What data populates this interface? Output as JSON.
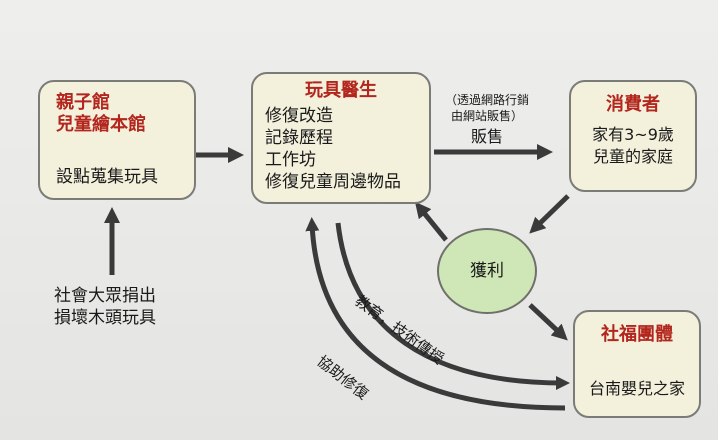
{
  "nodes": {
    "parent_child": {
      "title_lines": [
        "親子館",
        "兒童繪本館"
      ],
      "body_lines": [
        "設點蒐集玩具"
      ]
    },
    "toy_doctor": {
      "title": "玩具醫生",
      "body_lines": [
        "修復改造",
        "記錄歷程",
        "工作坊",
        "修復兒童周邊物品"
      ]
    },
    "consumer": {
      "title": "消費者",
      "body_lines": [
        "家有3~9歲",
        "兒童的家庭"
      ]
    },
    "welfare": {
      "title": "社福團體",
      "body_lines": [
        "台南嬰兒之家"
      ]
    },
    "profit": {
      "label": "獲利"
    },
    "donation": {
      "lines": [
        "社會大眾捐出",
        "損壞木頭玩具"
      ]
    }
  },
  "edges": {
    "sales_note_lines": [
      "（透過網路行銷",
      "由網站販售）"
    ],
    "sales_label": "販售",
    "education_label": "教育，技術傳授",
    "repair_label": "協助修復"
  },
  "colors": {
    "box_fill": "#f3f0dc",
    "title_red": "#b3261e",
    "circle_fill": "#cfe6b6",
    "arrow": "#3a3a3a"
  }
}
